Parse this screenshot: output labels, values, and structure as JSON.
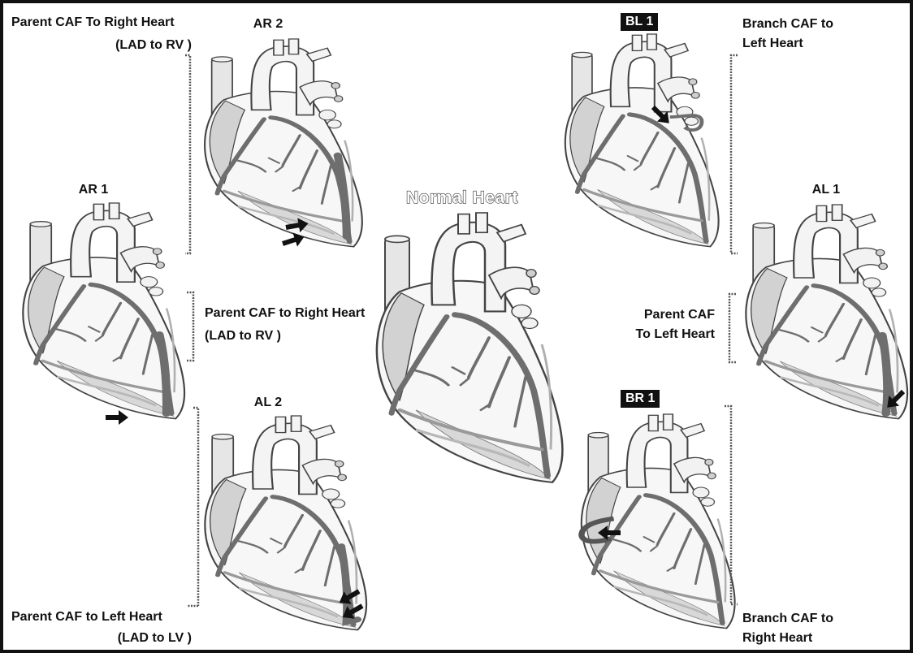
{
  "normal_title": "Normal Heart",
  "panels": {
    "ar1": {
      "title": "AR 1"
    },
    "ar2": {
      "title": "AR 2"
    },
    "al1": {
      "title": "AL 1"
    },
    "al2": {
      "title": "AL 2"
    },
    "bl1": {
      "title": "BL 1"
    },
    "br1": {
      "title": "BR 1"
    }
  },
  "captions": {
    "ar2_line1": "Parent CAF To Right Heart",
    "ar2_line2": "(LAD to RV )",
    "ar1_line1": "Parent CAF to Right Heart",
    "ar1_line2": "(LAD to RV )",
    "al2_line1": "Parent CAF to Left Heart",
    "al2_line2": "(LAD to LV )",
    "bl1_line1": "Branch CAF to",
    "bl1_line2": "Left Heart",
    "al1_line1": "Parent CAF",
    "al1_line2": "To Left Heart",
    "br1_line1": "Branch CAF to",
    "br1_line2": "Right Heart"
  },
  "colors": {
    "outline": "#444444",
    "heart_fill": "#f7f7f7",
    "shade": "#cfcfcf",
    "vessel": "#6e6e6e",
    "arrow": "#111111"
  }
}
